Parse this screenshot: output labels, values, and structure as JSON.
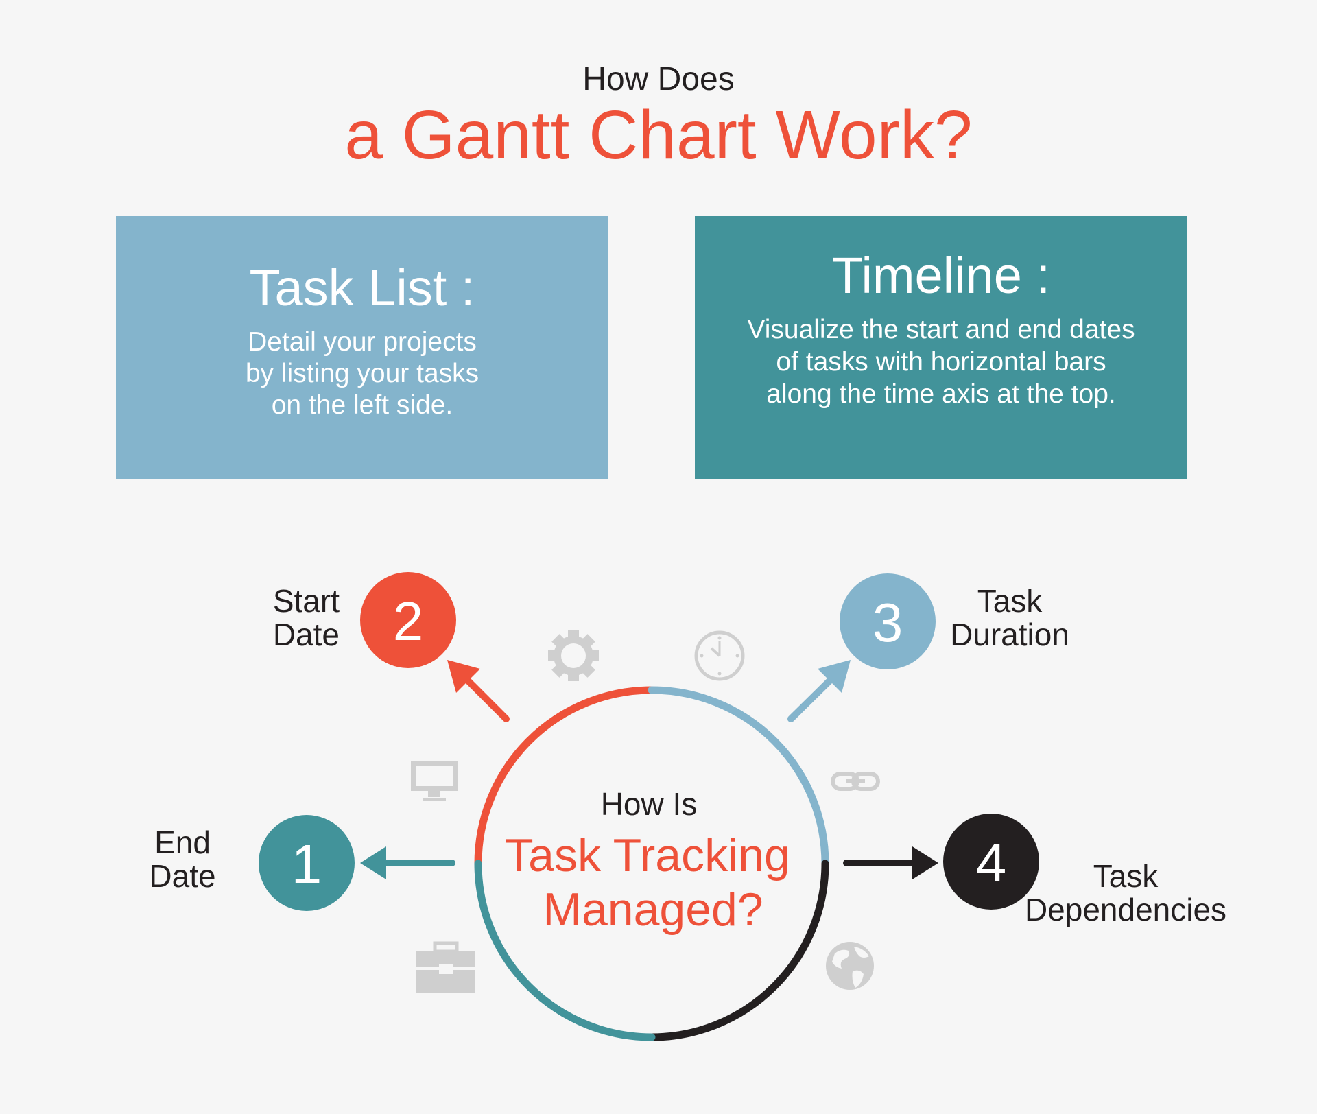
{
  "header": {
    "line1": "How Does",
    "line2": "a Gantt Chart Work?"
  },
  "cards": [
    {
      "title": "Task List :",
      "lines": [
        "Detail your projects",
        "by listing your tasks",
        "on the left side."
      ]
    },
    {
      "title": "Timeline :",
      "lines": [
        "Visualize the start and end dates",
        "of tasks with horizontal bars",
        "along the time axis at the top."
      ]
    }
  ],
  "center": {
    "line1": "How Is",
    "line2": "Task Tracking",
    "line3": "Managed?"
  },
  "steps": [
    {
      "number": "1",
      "label": [
        "End",
        "Date"
      ],
      "color": "#42939a"
    },
    {
      "number": "2",
      "label": [
        "Start",
        "Date"
      ],
      "color": "#ee5139"
    },
    {
      "number": "3",
      "label": [
        "Task",
        "Duration"
      ],
      "color": "#84b4cc"
    },
    {
      "number": "4",
      "label": [
        "Task",
        "Dependencies"
      ],
      "color": "#231f20"
    }
  ],
  "icons": [
    "gear-icon",
    "clock-icon",
    "monitor-icon",
    "link-icon",
    "briefcase-icon",
    "globe-icon"
  ],
  "colors": {
    "accent": "#ee5139",
    "teal": "#42939a",
    "light_blue": "#84b4cc",
    "dark": "#231f20",
    "icon_gray": "#cfcfcf"
  }
}
